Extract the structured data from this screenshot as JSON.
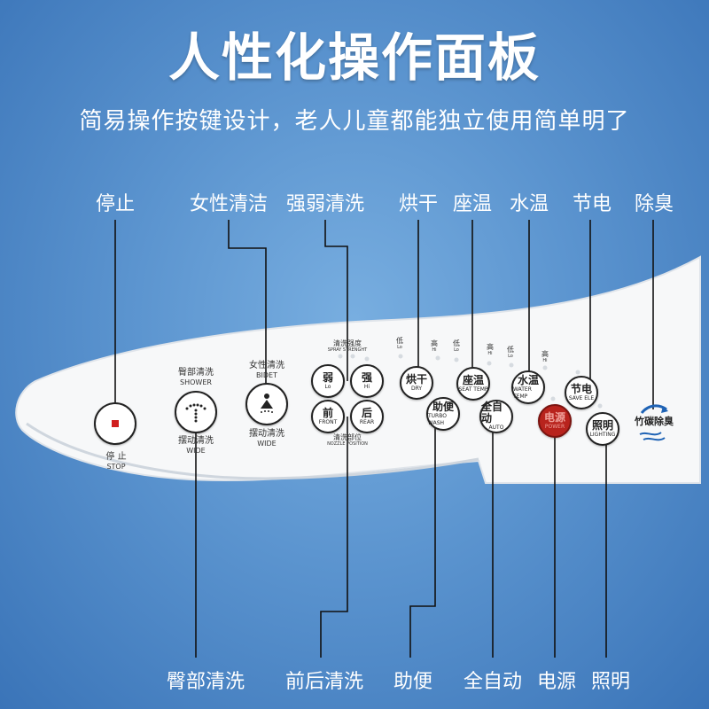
{
  "title": "人性化操作面板",
  "subtitle": "简易操作按键设计，老人儿童都能独立使用简单明了",
  "top_labels": [
    "停止",
    "女性清洁",
    "强弱清洗",
    "烘干",
    "座温",
    "水温",
    "节电",
    "除臭"
  ],
  "bottom_labels": [
    "臀部清洗",
    "前后清洗",
    "助便",
    "全自动",
    "电源",
    "照明"
  ],
  "panel": {
    "stop": {
      "cn": "停 止",
      "en": "STOP"
    },
    "shower": {
      "top_cn": "臀部清洗",
      "top_en": "SHOWER",
      "bot_cn": "摆动清洗",
      "bot_en": "WIDE"
    },
    "bidet": {
      "top_cn": "女性清洗",
      "top_en": "BIDET",
      "bot_cn": "摆动清洗",
      "bot_en": "WIDE"
    },
    "spray": {
      "cn": "清洗强度",
      "en": "SPRAY STRENGHT"
    },
    "nozzle": {
      "cn": "清洗部位",
      "en": "NOZZLE POSITION"
    },
    "buttons": {
      "lo": {
        "cn": "弱",
        "en": "Lo"
      },
      "hi": {
        "cn": "强",
        "en": "Hi"
      },
      "front": {
        "cn": "前",
        "en": "FRONT"
      },
      "rear": {
        "cn": "后",
        "en": "REAR"
      },
      "dry": {
        "cn": "烘干",
        "en": "DRY"
      },
      "turbo": {
        "cn": "助便",
        "en": "TURBO WASH"
      },
      "seat": {
        "cn": "座温",
        "en": "SEAT TEMP"
      },
      "auto": {
        "cn": "全自动",
        "en": "AUTO"
      },
      "water": {
        "cn": "水温",
        "en": "WATER TEMP"
      },
      "power": {
        "cn": "电源",
        "en": "POWER"
      },
      "save": {
        "cn": "节电",
        "en": "SAVE ELE"
      },
      "light": {
        "cn": "照明",
        "en": "LIGHTING"
      }
    },
    "levels": [
      {
        "cn": "低",
        "en": "Lo"
      },
      {
        "cn": "高",
        "en": "Hi"
      },
      {
        "cn": "低",
        "en": "Lo"
      },
      {
        "cn": "高",
        "en": "Hi"
      },
      {
        "cn": "低",
        "en": "Lo"
      },
      {
        "cn": "高",
        "en": "Hi"
      }
    ],
    "deodor": "竹碳除臭"
  }
}
